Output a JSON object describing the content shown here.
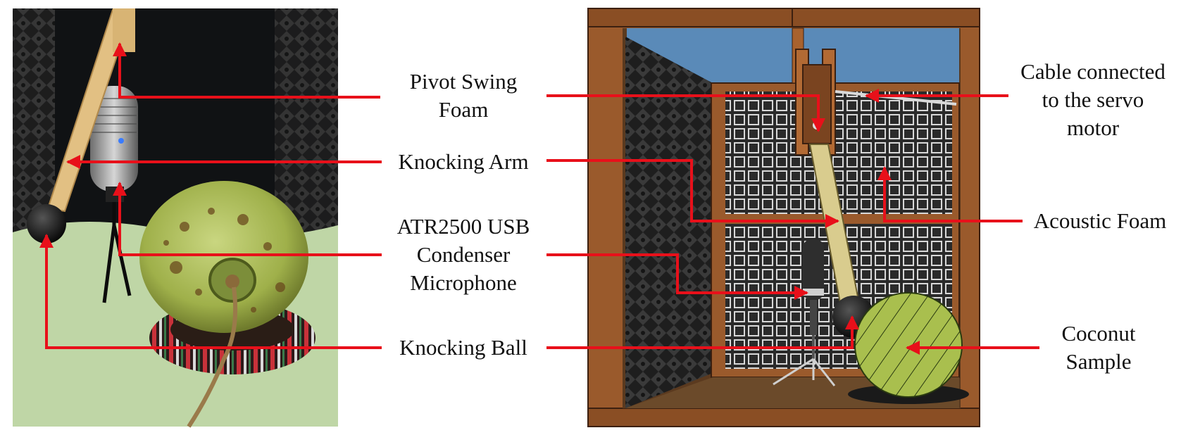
{
  "labels": {
    "pivot": [
      "Pivot Swing",
      "Foam"
    ],
    "arm": [
      "Knocking Arm"
    ],
    "mic": [
      "ATR2500 USB",
      "Condenser",
      "Microphone"
    ],
    "ball": [
      "Knocking Ball"
    ],
    "cable": [
      "Cable connected",
      "to the servo",
      "motor"
    ],
    "foam": [
      "Acoustic Foam"
    ],
    "coconut": [
      "Coconut",
      "Sample"
    ]
  },
  "colors": {
    "arrow": "#e8101a",
    "wood_frame": "#9a5a2c",
    "foam_dark": "#242424",
    "sky": "#5a8ab8",
    "coconut": "#a6b64a",
    "photo_bg": "#101214",
    "floor_foam": "#bfd6a6"
  }
}
